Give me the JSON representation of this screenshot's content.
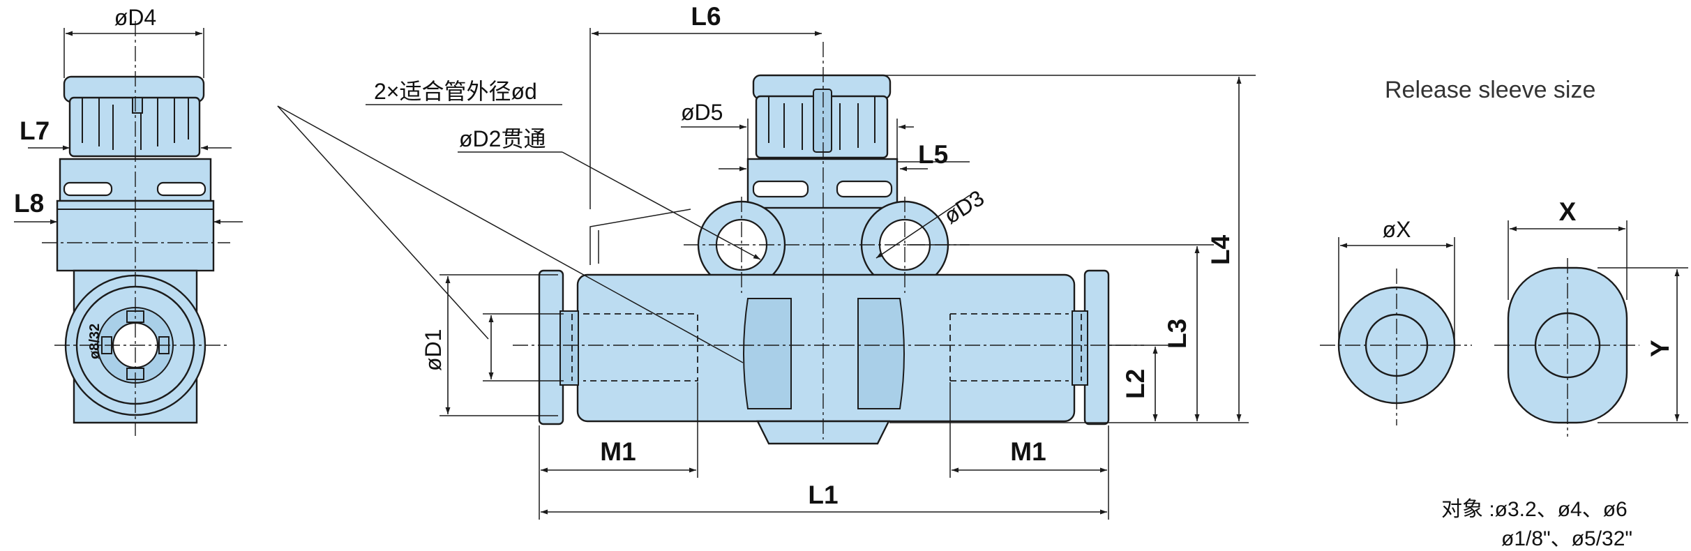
{
  "labels": {
    "D4": "øD4",
    "L7": "L7",
    "L8": "L8",
    "fit_tube": "2×适合管外径ød",
    "D2": "øD2贯通",
    "D5": "øD5",
    "L6": "L6",
    "L5": "L5",
    "D3": "øD3",
    "L4": "L4",
    "L3": "L3",
    "L2": "L2",
    "D1": "øD1",
    "M1_left": "M1",
    "M1_right": "M1",
    "L1": "L1",
    "engraving": "ø8/32"
  },
  "release_sleeve": {
    "title": "Release sleeve size",
    "X_dia": "øX",
    "X": "X",
    "Y": "Y"
  },
  "applicable": {
    "line1": "对象 :ø3.2、ø4、ø6",
    "line2": "ø1/8\"、ø5/32\""
  },
  "colors": {
    "body_fill": "#bcdcf1",
    "line": "#1b1b1b"
  }
}
